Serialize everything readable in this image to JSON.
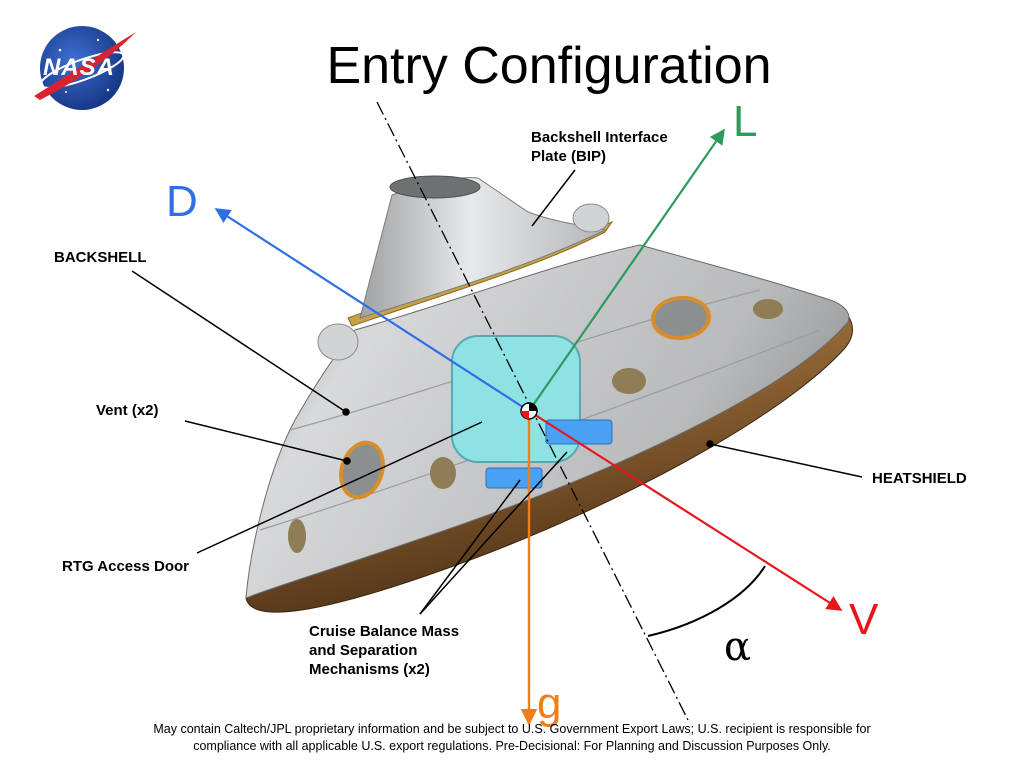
{
  "title": "Entry Configuration",
  "logo": {
    "text": "NASA",
    "colors": {
      "disk": "#1f4aa8",
      "swoosh": "#d9232e"
    }
  },
  "labels": {
    "bip_line1": "Backshell Interface",
    "bip_line2": "Plate (BIP)",
    "backshell": "BACKSHELL",
    "vent": "Vent (x2)",
    "heatshield": "HEATSHIELD",
    "rtg": "RTG Access Door",
    "cruise_line1": "Cruise Balance Mass",
    "cruise_line2": "and Separation",
    "cruise_line3": "Mechanisms (x2)"
  },
  "vectors": {
    "lift": {
      "label": "L",
      "color": "#2e9a5e"
    },
    "drag": {
      "label": "D",
      "color": "#2f6fe6"
    },
    "velocity": {
      "label": "V",
      "color": "#e8161b"
    },
    "gravity": {
      "label": "g",
      "color": "#f07f1a"
    }
  },
  "angle_symbol": "α",
  "footer": {
    "line1": "May contain Caltech/JPL proprietary information and be subject to U.S. Government Export Laws; U.S. recipient is responsible for",
    "line2": "compliance with all applicable U.S. export regulations. Pre-Decisional: For Planning and Discussion Purposes Only."
  }
}
